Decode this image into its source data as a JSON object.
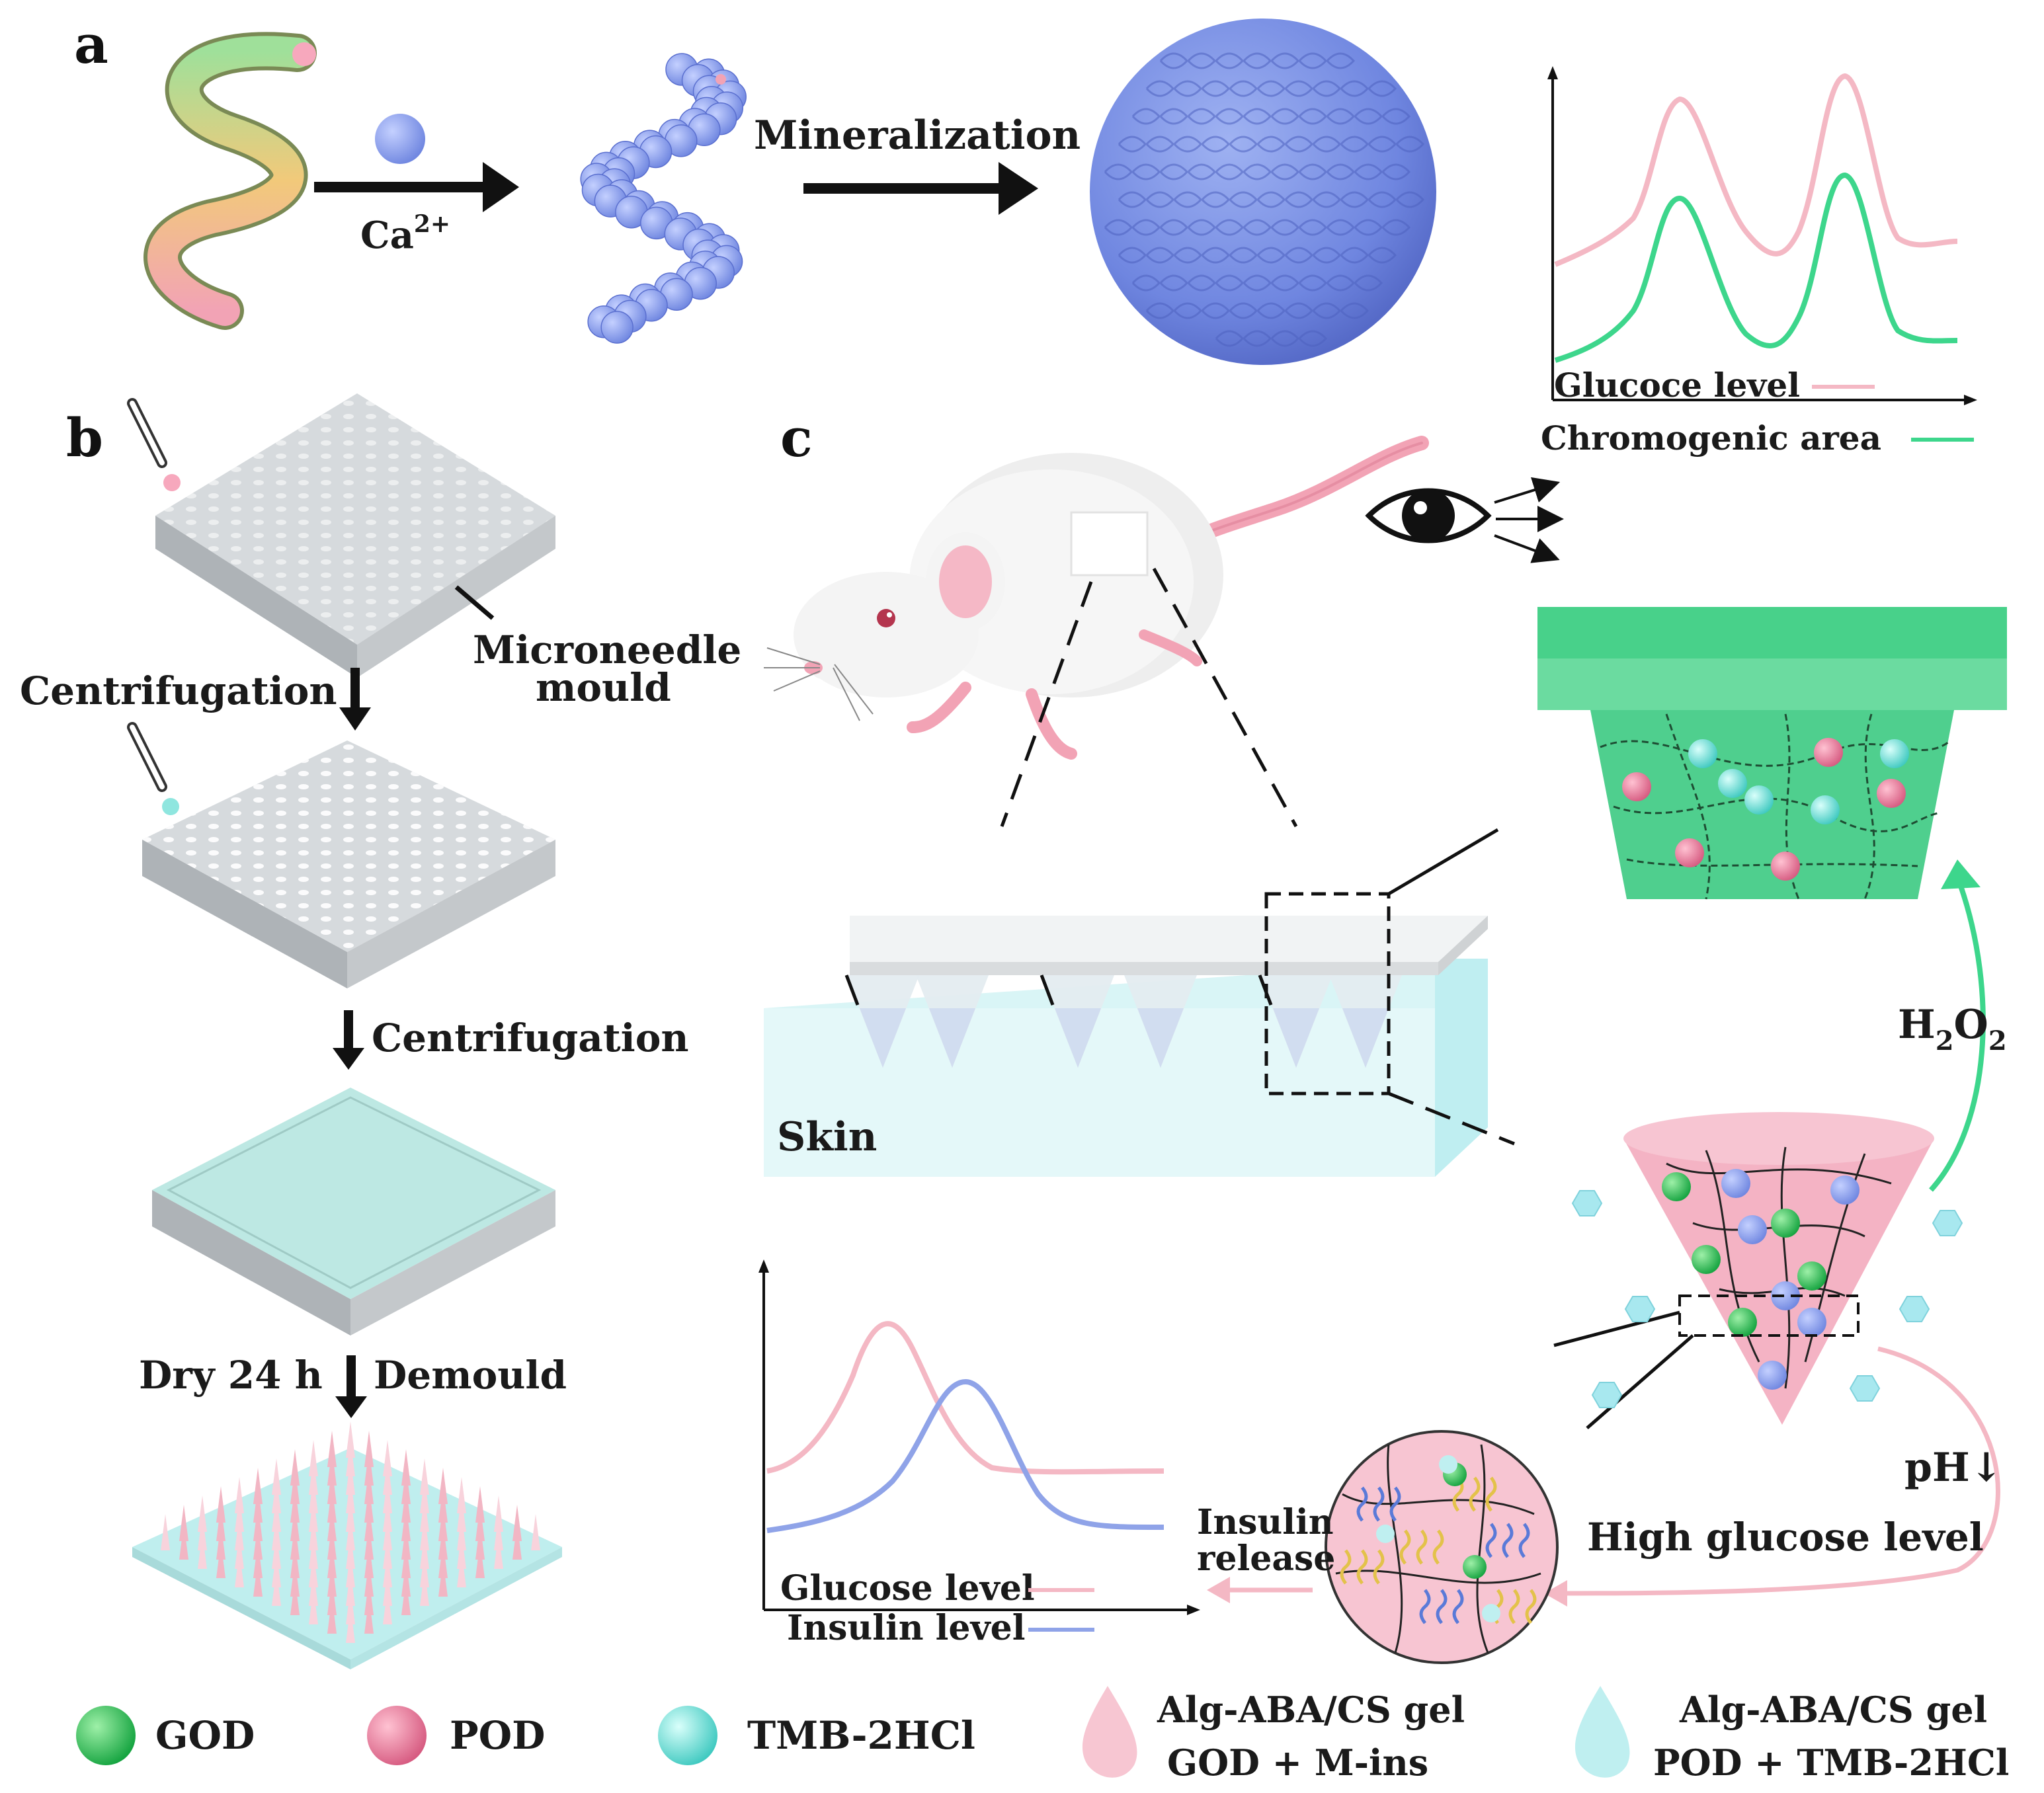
{
  "panels": {
    "a": "a",
    "b": "b",
    "c": "c"
  },
  "panel_a": {
    "ion_label": "Ca",
    "ion_charge": "2+",
    "step_label": "Mineralization"
  },
  "panel_a_chart": {
    "legend_1": "Glucoce level",
    "legend_2": "Chromogenic area",
    "colors": {
      "glucose": "#f4b8c4",
      "chromogenic": "#3dd68c"
    }
  },
  "panel_b": {
    "mould_label_1": "Microneedle",
    "mould_label_2": "mould",
    "step_1": "Centrifugation",
    "step_2": "Centrifugation",
    "step_3_left": "Dry 24 h",
    "step_3_right": "Demould"
  },
  "panel_c": {
    "skin_label": "Skin",
    "h2o2_main": "H",
    "h2o2_sub1": "2",
    "h2o2_o": "O",
    "h2o2_sub2": "2",
    "ph_label": "pH↓",
    "high_glucose": "High glucose level",
    "insulin_release_1": "Insulin",
    "insulin_release_2": "release"
  },
  "panel_c_chart": {
    "legend_1": "Glucose level",
    "legend_2": "Insulin level",
    "colors": {
      "glucose": "#f4b8c4",
      "insulin": "#8fa3e8"
    }
  },
  "legend": {
    "god": "GOD",
    "pod": "POD",
    "tmb": "TMB-2HCl",
    "gel_pink_1": "Alg-ABA/CS gel",
    "gel_pink_2": "GOD + M-ins",
    "gel_cyan_1": "Alg-ABA/CS gel",
    "gel_cyan_2": "POD + TMB-2HCl",
    "colors": {
      "god": "#22c55e",
      "pod": "#e07a9a",
      "tmb": "#6ee0d8",
      "gel_pink": "#f7c6d2",
      "gel_cyan": "#bfeff0"
    }
  }
}
